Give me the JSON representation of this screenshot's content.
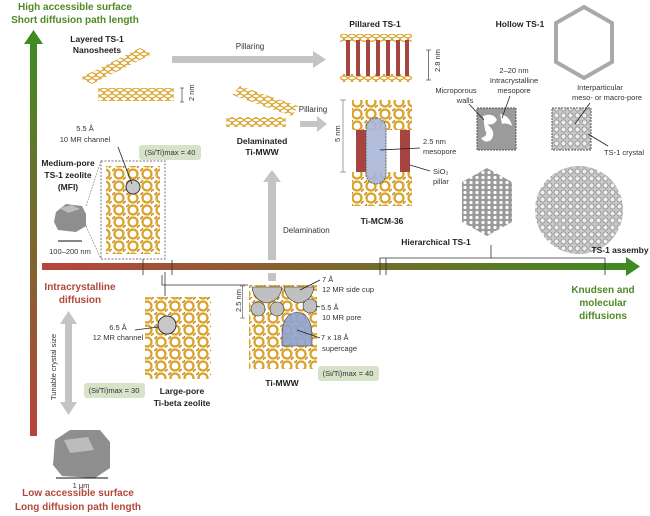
{
  "axis": {
    "top_line1": "High accessible surface",
    "top_line2": "Short diffusion path length",
    "bottom_line1": "Low accessible surface",
    "bottom_line2": "Long diffusion path length",
    "left_line1": "Intracrystalline",
    "left_line2": "diffusion",
    "right_line1": "Knudsen and",
    "right_line2": "molecular",
    "right_line3": "diffusions",
    "colors": {
      "green": "#4f8a25",
      "red": "#b2473b"
    }
  },
  "nanosheets": {
    "title1": "Layered TS-1",
    "title2": "Nanosheets",
    "thickness": "2 nm"
  },
  "pillaring_top": "Pillaring",
  "pillaring_small": "Pillaring",
  "delamination": "Delamination",
  "pillared": {
    "title": "Pillared TS-1",
    "thickness": "2.8 nm"
  },
  "hollow": {
    "title": "Hollow TS-1"
  },
  "delaminated": {
    "title1": "Delaminated",
    "title2": "Ti-MWW"
  },
  "mcm36": {
    "title": "Ti-MCM-36",
    "height": "5 nm",
    "mesopore1": "2.5 nm",
    "mesopore2": "mesopore",
    "pillar1": "SiO₂",
    "pillar2": "pillar"
  },
  "mfi": {
    "channel1": "5.5 Å",
    "channel2": "10 MR channel",
    "ratio": "(Si/Ti)max = 40",
    "title1": "Medium-pore",
    "title2": "TS-1 zeolite",
    "title3": "(MFI)",
    "size": "100–200 nm"
  },
  "hierarchical": {
    "title": "Hierarchical TS-1",
    "meso1": "2–20 nm",
    "meso2": "Intracrystalline",
    "meso3": "mesopore",
    "walls1": "Microporous",
    "walls2": "walls"
  },
  "assembly": {
    "title": "TS-1 assemby",
    "pore1": "Interparticular",
    "pore2": "meso- or macro-pore",
    "crystal": "TS-1 crystal"
  },
  "beta": {
    "channel1": "6.5 Å",
    "channel2": "12 MR channel",
    "title1": "Large-pore",
    "title2": "Ti-beta zeolite",
    "ratio": "(Si/Ti)max = 30",
    "tunable": "Tunable crystal size",
    "size": "1 μm"
  },
  "mww": {
    "title": "Ti-MWW",
    "height": "2.5 nm",
    "cup1": "7 Å",
    "cup2": "12 MR side cup",
    "pore1": "5.5 Å",
    "pore2": "10 MR pore",
    "cage1": "7 x 18 Å",
    "cage2": "supercage",
    "ratio": "(Si/Ti)max = 40"
  }
}
